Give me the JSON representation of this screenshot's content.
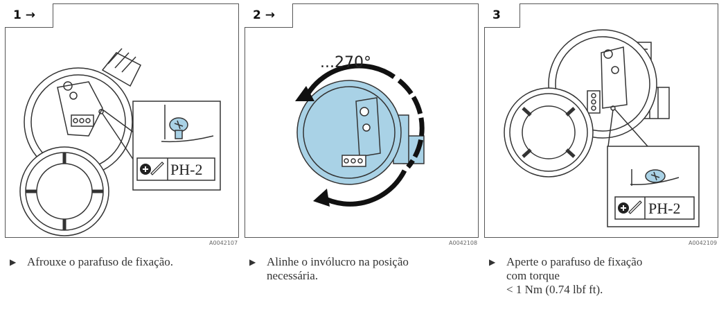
{
  "steps": [
    {
      "tab": "1 →",
      "code": "A0042107",
      "text": "Afrouxe o parafuso de fixação.",
      "tool": "PH-2"
    },
    {
      "tab": "2 →",
      "code": "A0042108",
      "text": "Alinhe o invólucro na posição\nnecessária.",
      "angle": "...270°"
    },
    {
      "tab": "3",
      "code": "A0042109",
      "text": "Aperte o parafuso de fixação\ncom torque\n< 1 Nm (0.74 lbf ft).",
      "tool": "PH-2"
    }
  ],
  "colors": {
    "housing_blue": "#a9d2e6",
    "arrow_black": "#111111"
  },
  "icons": {
    "bullet": "triangle-bullet-icon",
    "tool": "phillips-screwdriver-icon"
  }
}
